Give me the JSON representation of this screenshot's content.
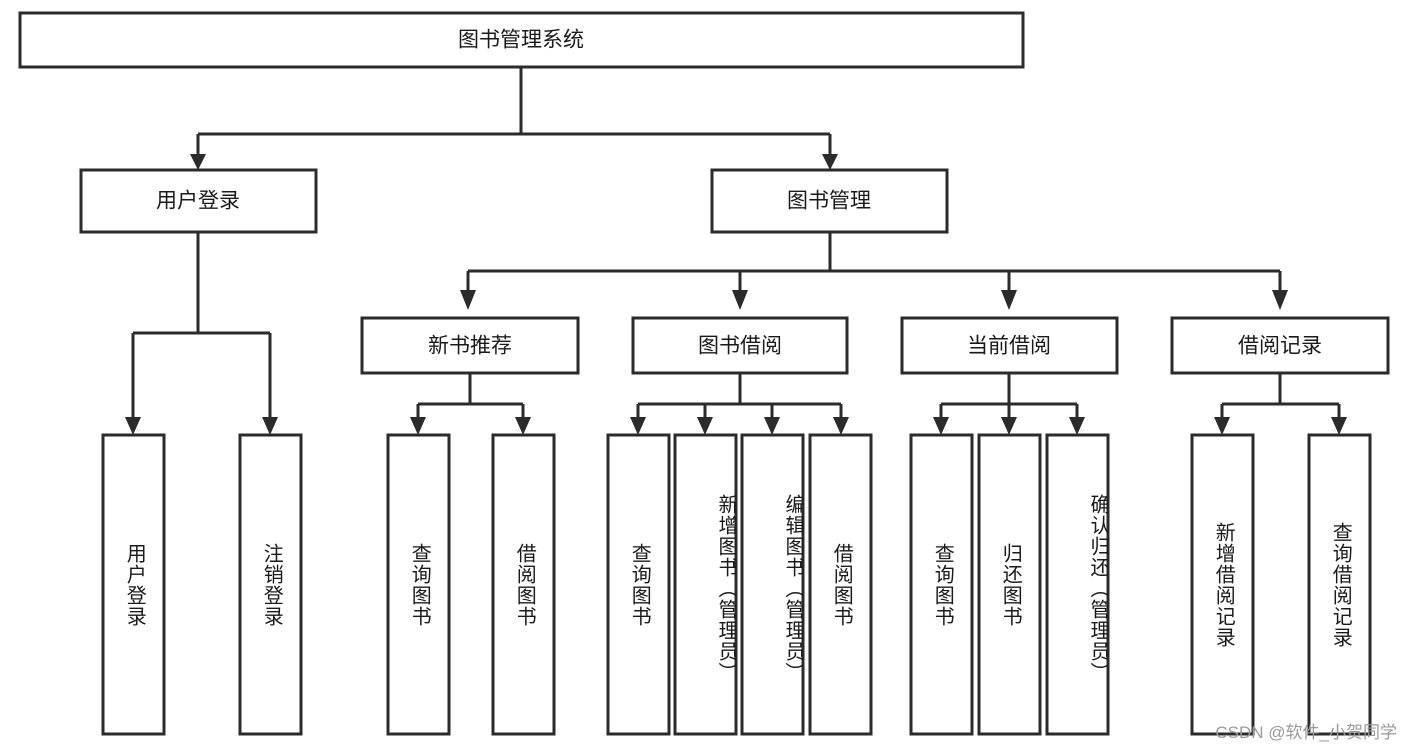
{
  "diagram": {
    "type": "tree-hierarchy",
    "orientation": "top-down",
    "root": {
      "id": "root",
      "label": "图书管理系统"
    },
    "level2": [
      {
        "id": "user-login",
        "label": "用户登录"
      },
      {
        "id": "book-management",
        "label": "图书管理"
      }
    ],
    "level3": [
      {
        "id": "new-book-recommend",
        "label": "新书推荐",
        "parent": "book-management"
      },
      {
        "id": "book-borrow",
        "label": "图书借阅",
        "parent": "book-management"
      },
      {
        "id": "current-borrow",
        "label": "当前借阅",
        "parent": "book-management"
      },
      {
        "id": "borrow-record",
        "label": "借阅记录",
        "parent": "book-management"
      }
    ],
    "leaves": [
      {
        "id": "leaf-user-login",
        "label": "用户登录",
        "parent": "user-login"
      },
      {
        "id": "leaf-logout-login",
        "label": "注销登录",
        "parent": "user-login"
      },
      {
        "id": "leaf-query-book-1",
        "label": "查询图书",
        "parent": "new-book-recommend"
      },
      {
        "id": "leaf-borrow-book-1",
        "label": "借阅图书",
        "parent": "new-book-recommend"
      },
      {
        "id": "leaf-query-book-2",
        "label": "查询图书",
        "parent": "book-borrow"
      },
      {
        "id": "leaf-add-book",
        "label": "新增图书（管理员）",
        "parent": "book-borrow"
      },
      {
        "id": "leaf-edit-book",
        "label": "编辑图书（管理员）",
        "parent": "book-borrow"
      },
      {
        "id": "leaf-borrow-book-2",
        "label": "借阅图书",
        "parent": "book-borrow"
      },
      {
        "id": "leaf-query-book-3",
        "label": "查询图书",
        "parent": "current-borrow"
      },
      {
        "id": "leaf-return-book",
        "label": "归还图书",
        "parent": "current-borrow"
      },
      {
        "id": "leaf-confirm-return",
        "label": "确认归还（管理员）",
        "parent": "current-borrow"
      },
      {
        "id": "leaf-add-record",
        "label": "新增借阅记录",
        "parent": "borrow-record"
      },
      {
        "id": "leaf-query-record",
        "label": "查询借阅记录",
        "parent": "borrow-record"
      }
    ]
  },
  "watermark": {
    "text": "CSDN @软件_小贺同学"
  },
  "colors": {
    "stroke": "#2b2b2b",
    "fill": "#ffffff",
    "text": "#1a1a1a",
    "watermark": "#9a9a9a"
  }
}
